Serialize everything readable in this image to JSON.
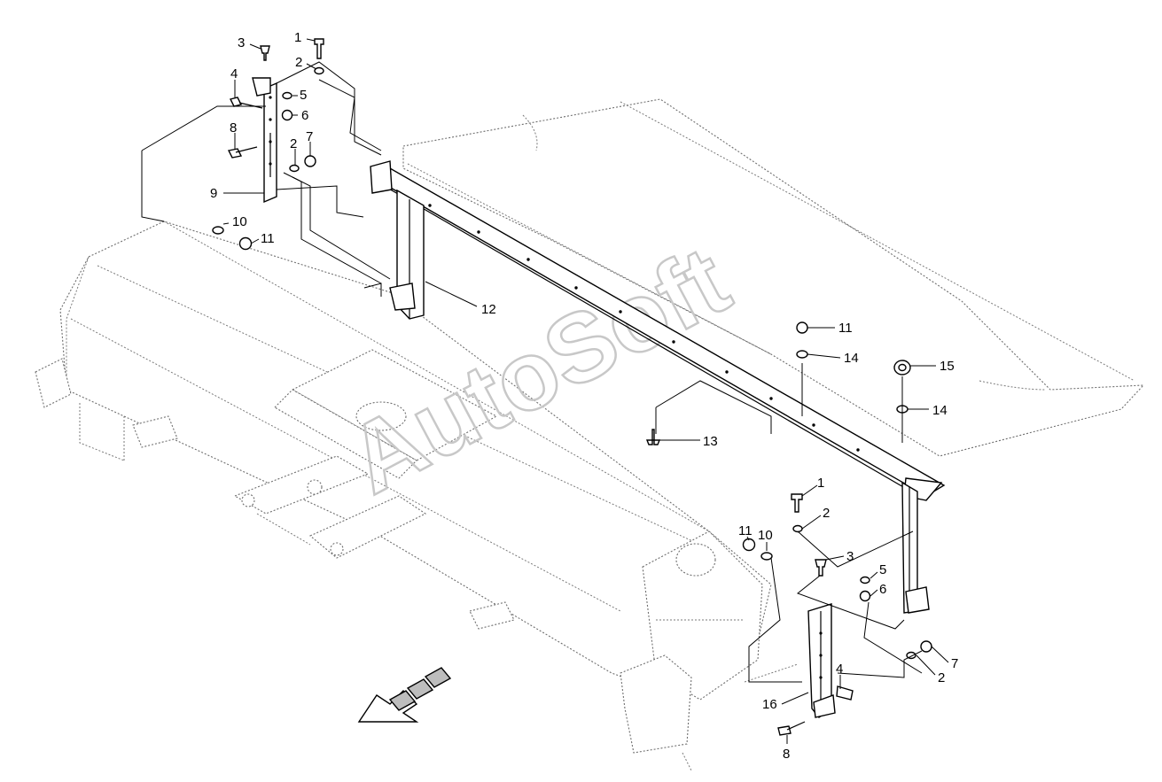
{
  "watermark": "AutoSoft",
  "callouts": [
    {
      "id": "c1a",
      "label": "1"
    },
    {
      "id": "c2a",
      "label": "2"
    },
    {
      "id": "c3a",
      "label": "3"
    },
    {
      "id": "c4a",
      "label": "4"
    },
    {
      "id": "c5a",
      "label": "5"
    },
    {
      "id": "c6a",
      "label": "6"
    },
    {
      "id": "c8a",
      "label": "8"
    },
    {
      "id": "c2b",
      "label": "2"
    },
    {
      "id": "c7a",
      "label": "7"
    },
    {
      "id": "c9",
      "label": "9"
    },
    {
      "id": "c10a",
      "label": "10"
    },
    {
      "id": "c11a",
      "label": "11"
    },
    {
      "id": "c12",
      "label": "12"
    },
    {
      "id": "c11b",
      "label": "11"
    },
    {
      "id": "c14a",
      "label": "14"
    },
    {
      "id": "c15",
      "label": "15"
    },
    {
      "id": "c14b",
      "label": "14"
    },
    {
      "id": "c13",
      "label": "13"
    },
    {
      "id": "c1b",
      "label": "1"
    },
    {
      "id": "c2c",
      "label": "2"
    },
    {
      "id": "c11c",
      "label": "11"
    },
    {
      "id": "c10b",
      "label": "10"
    },
    {
      "id": "c3b",
      "label": "3"
    },
    {
      "id": "c5b",
      "label": "5"
    },
    {
      "id": "c6b",
      "label": "6"
    },
    {
      "id": "c7b",
      "label": "7"
    },
    {
      "id": "c2d",
      "label": "2"
    },
    {
      "id": "c4b",
      "label": "4"
    },
    {
      "id": "c16",
      "label": "16"
    },
    {
      "id": "c8b",
      "label": "8"
    }
  ]
}
